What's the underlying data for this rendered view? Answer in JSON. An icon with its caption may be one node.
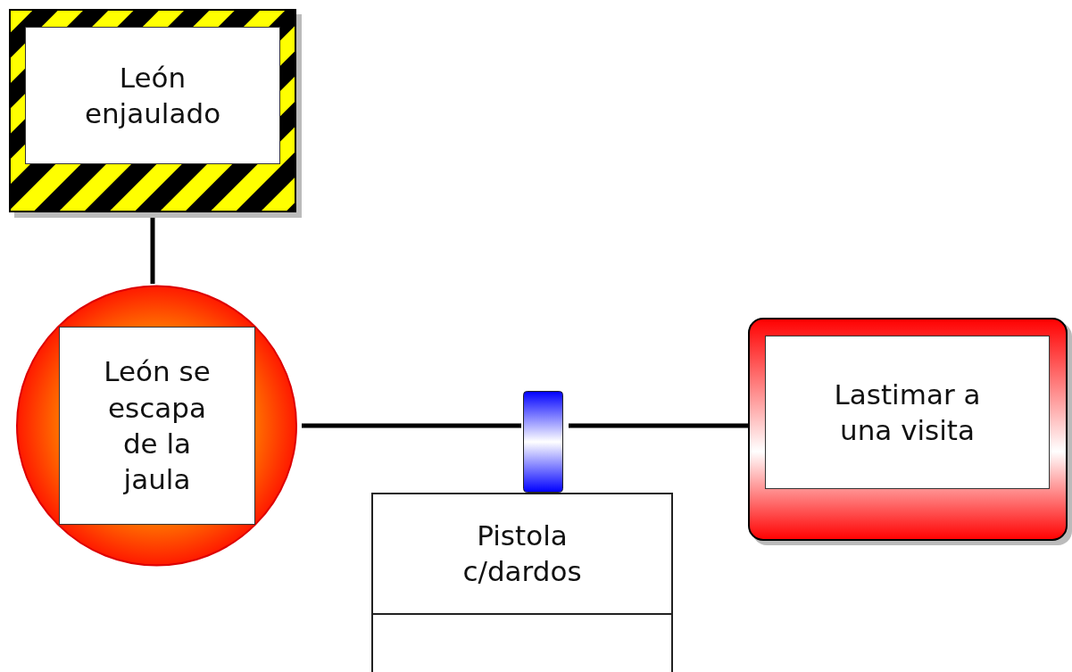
{
  "diagram": {
    "nodes": [
      {
        "text": [
          "León enjaulado"
        ]
      },
      {
        "text": [
          "León se escapa de la jaula"
        ]
      },
      {
        "text": [],
        "shape": "bar"
      },
      {
        "text": [
          "Lastimar a una visita"
        ]
      },
      {
        "text": [
          "Pistola c/dardos"
        ]
      }
    ],
    "edges": [
      {
        "from": 0,
        "to": 1,
        "arrow": "none"
      },
      {
        "from": 1,
        "to": 2,
        "arrow": "none"
      },
      {
        "from": 2,
        "to": 3,
        "arrow": "none"
      }
    ]
  }
}
